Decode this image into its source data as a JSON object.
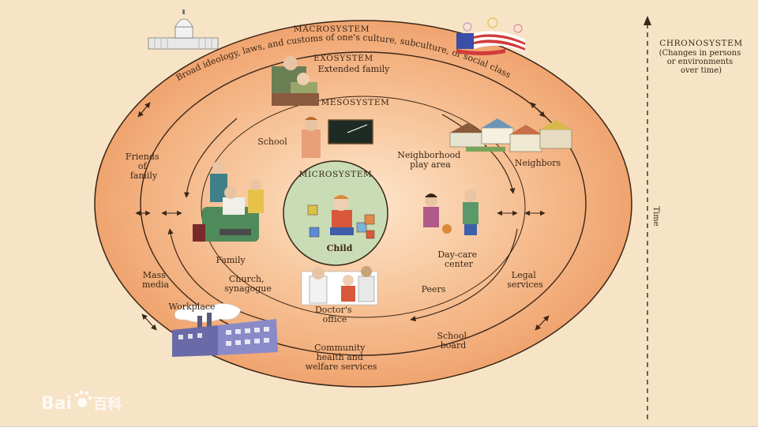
{
  "macrosystem": {
    "title": "MACROSYSTEM",
    "description": "Broad ideology, laws, and customs of one's culture, subculture, or social class"
  },
  "exosystem": {
    "title": "EXOSYSTEM",
    "items": {
      "extended_family": "Extended family",
      "friends": [
        "Friends",
        "of",
        "family"
      ],
      "neighbors": "Neighbors",
      "mass_media": [
        "Mass",
        "media"
      ],
      "legal_services": [
        "Legal",
        "services"
      ],
      "workplace": "Workplace",
      "community_services": [
        "Community",
        "health and",
        "welfare services"
      ],
      "school_board": [
        "School",
        "board"
      ]
    }
  },
  "mesosystem": {
    "title": "MESOSYSTEM"
  },
  "microsystem": {
    "title": "MICROSYSTEM",
    "center": "Child",
    "items": {
      "school": "School",
      "neighborhood": [
        "Neighborhood",
        "play area"
      ],
      "family": "Family",
      "day_care": [
        "Day-care",
        "center"
      ],
      "church": [
        "Church,",
        "synagogue"
      ],
      "peers": "Peers",
      "doctors_office": [
        "Doctor's",
        "office"
      ]
    }
  },
  "chronosystem": {
    "title": "CHRONOSYSTEM",
    "description": [
      "(Changes in persons",
      "or environments",
      "over time)"
    ],
    "axis_label": "Time"
  },
  "watermark": {
    "brand_latin": "Bai",
    "brand_cn": "百科"
  },
  "colors": {
    "background": "#f7e3c6",
    "outer_ring": "#f3b07e",
    "ring_line": "#3a2616",
    "center_glow": "#fde5cb",
    "micro_circle": "#c9dcb5"
  }
}
